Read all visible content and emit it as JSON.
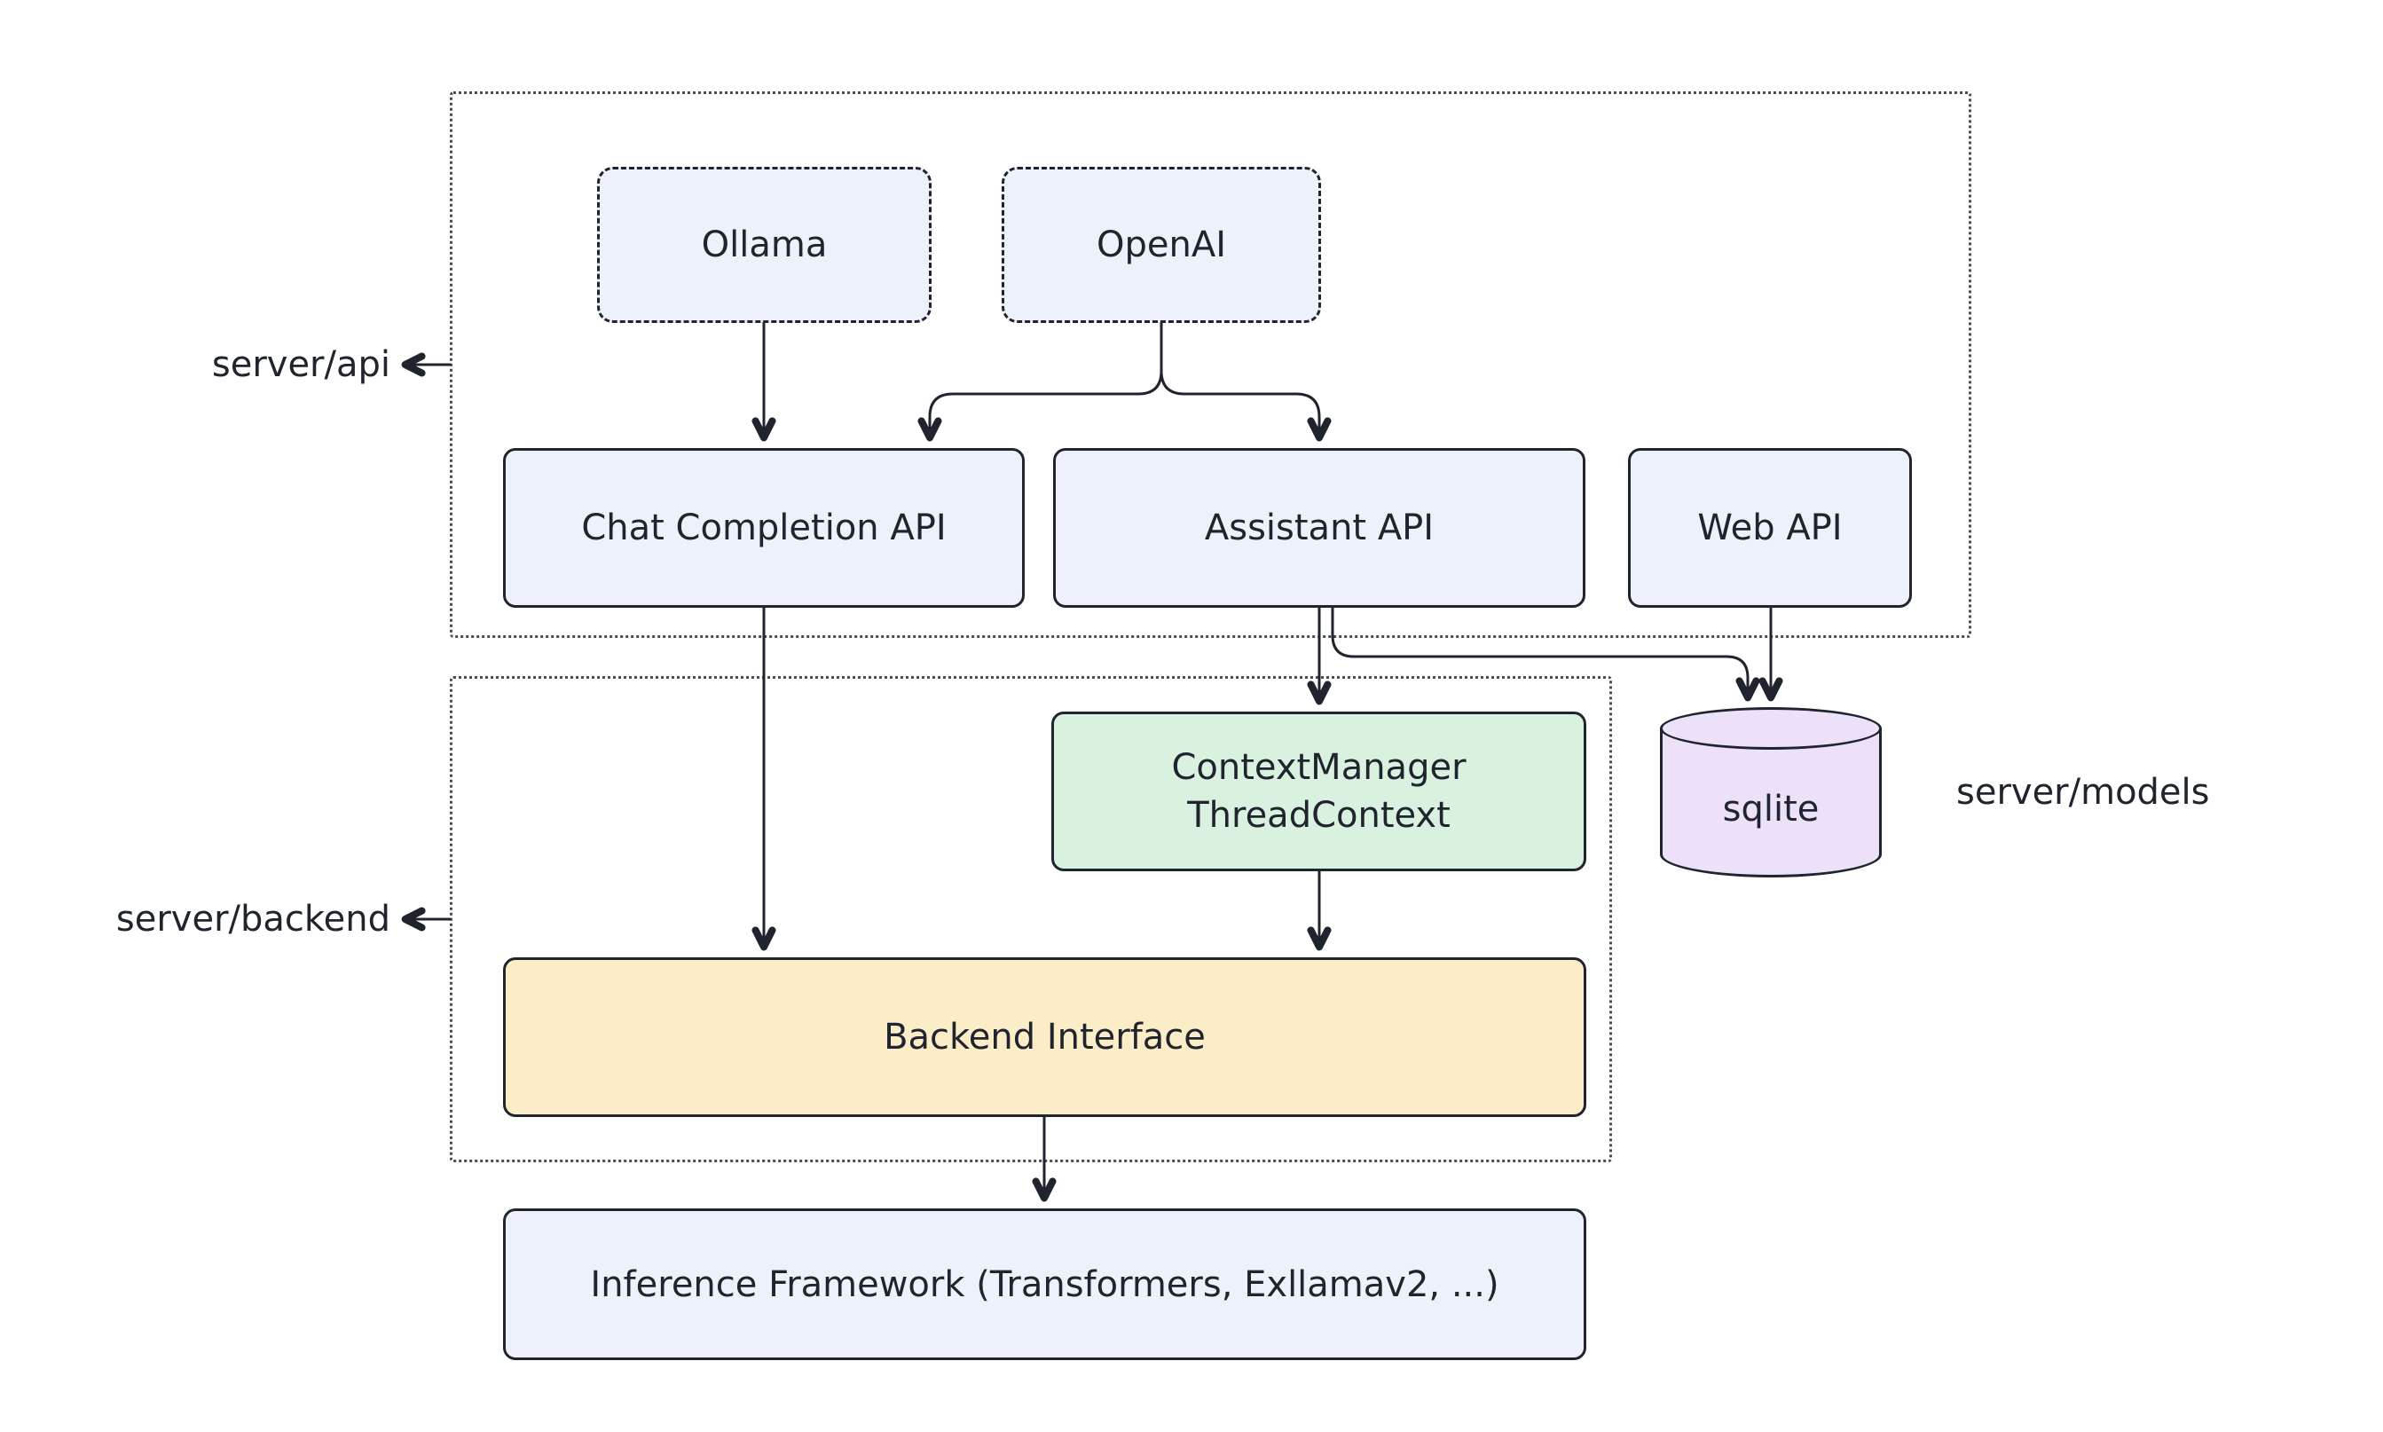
{
  "diagram": {
    "labels": {
      "api": "server/api",
      "backend": "server/backend",
      "models": "server/models"
    },
    "nodes": {
      "ollama": {
        "label": "Ollama"
      },
      "openai": {
        "label": "OpenAI"
      },
      "chat_completion": {
        "label": "Chat Completion API"
      },
      "assistant": {
        "label": "Assistant API"
      },
      "web_api": {
        "label": "Web API"
      },
      "context_manager": {
        "line1": "ContextManager",
        "line2": "ThreadContext"
      },
      "sqlite": {
        "label": "sqlite"
      },
      "backend_interface": {
        "label": "Backend Interface"
      },
      "inference_framework": {
        "label": "Inference Framework (Transformers, Exllamav2, ...)"
      }
    },
    "edges": [
      {
        "from": "Ollama",
        "to": "Chat Completion API"
      },
      {
        "from": "OpenAI",
        "to": "Chat Completion API"
      },
      {
        "from": "OpenAI",
        "to": "Assistant API"
      },
      {
        "from": "Chat Completion API",
        "to": "Backend Interface"
      },
      {
        "from": "Assistant API",
        "to": "ContextManager ThreadContext"
      },
      {
        "from": "Assistant API",
        "to": "sqlite"
      },
      {
        "from": "Web API",
        "to": "sqlite"
      },
      {
        "from": "ContextManager ThreadContext",
        "to": "Backend Interface"
      },
      {
        "from": "Backend Interface",
        "to": "Inference Framework (Transformers, Exllamav2, ...)"
      }
    ],
    "colors": {
      "node_blue": "#ECF1FB",
      "node_green": "#D9F2DF",
      "node_yellow": "#FBEDC7",
      "node_purple": "#ECE1F8",
      "stroke": "#20242E",
      "background": "#FFFFFF"
    }
  }
}
